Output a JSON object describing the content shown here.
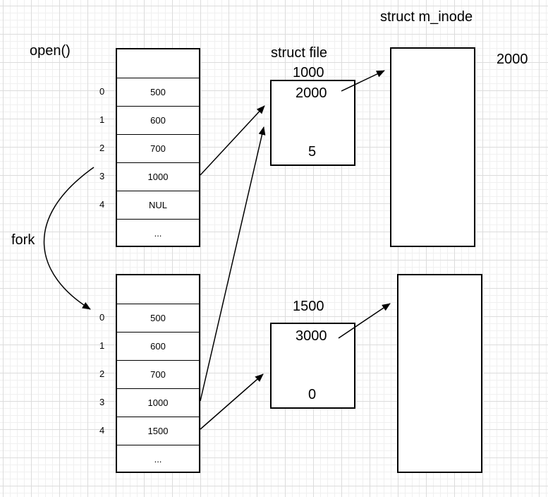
{
  "labels": {
    "open": "open()",
    "fork": "fork",
    "struct_file": "struct file",
    "struct_inode": "struct m_inode",
    "inode_addr": "2000"
  },
  "table_top": {
    "indices": [
      "0",
      "1",
      "2",
      "3",
      "4"
    ],
    "cells": [
      "",
      "500",
      "600",
      "700",
      "1000",
      "NUL",
      "..."
    ]
  },
  "table_bottom": {
    "indices": [
      "0",
      "1",
      "2",
      "3",
      "4"
    ],
    "cells": [
      "",
      "500",
      "600",
      "700",
      "1000",
      "1500",
      "..."
    ]
  },
  "file_top": {
    "addr": "1000",
    "inode_ptr": "2000",
    "count": "5"
  },
  "file_bottom": {
    "addr": "1500",
    "inode_ptr": "3000",
    "count": "0"
  }
}
